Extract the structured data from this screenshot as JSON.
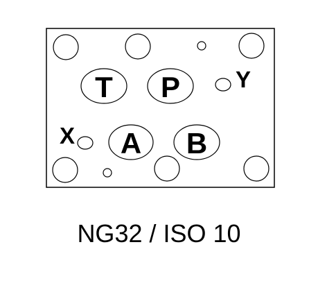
{
  "diagram": {
    "ports": {
      "T": "T",
      "P": "P",
      "A": "A",
      "B": "B"
    },
    "pilot_ports": {
      "X": "X",
      "Y": "Y"
    },
    "caption": "NG32 / ISO 10"
  },
  "colors": {
    "stroke": "#000000",
    "fill": "#ffffff"
  }
}
